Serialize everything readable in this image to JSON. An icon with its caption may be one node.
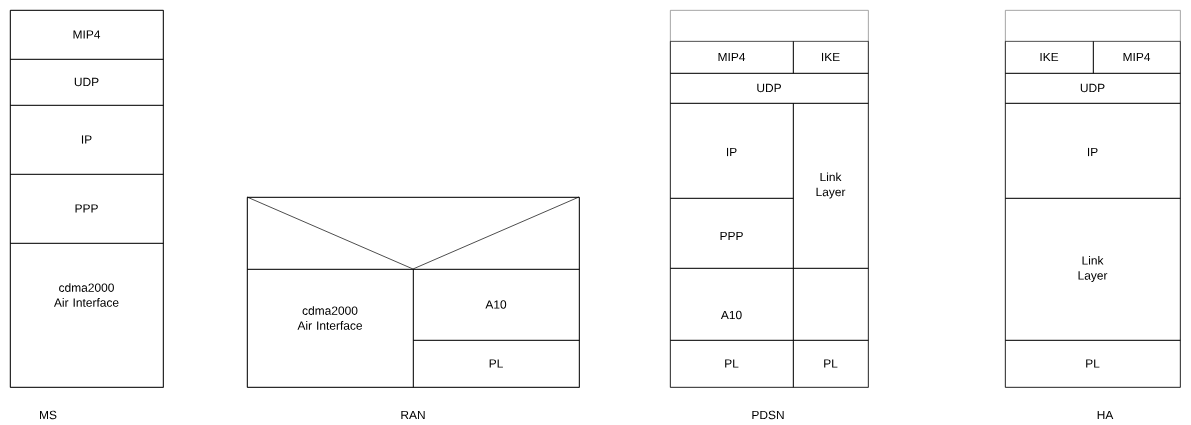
{
  "diagram": {
    "nodes": [
      {
        "text": [],
        "shape": "box",
        "beside": [
          "MS"
        ]
      },
      {
        "text": [
          "MIP4"
        ],
        "in": 0
      },
      {
        "text": [
          "UDP"
        ],
        "in": 0
      },
      {
        "text": [
          "IP"
        ],
        "in": 0
      },
      {
        "text": [
          "PPP"
        ],
        "in": 0
      },
      {
        "text": [
          "cdma2000 Air Interface"
        ],
        "in": 0
      },
      {
        "text": [],
        "shape": "box",
        "beside": [
          "RAN"
        ]
      },
      {
        "text": [],
        "shape": "box",
        "in": 6
      },
      {
        "text": [
          "cdma2000 Air Interface"
        ],
        "in": 6
      },
      {
        "text": [
          "A10"
        ],
        "in": 6
      },
      {
        "text": [
          "PL"
        ],
        "in": 6
      },
      {
        "text": [],
        "shape": "box",
        "beside": [
          "PDSN"
        ]
      },
      {
        "text": [
          "MIP4"
        ],
        "in": 11
      },
      {
        "text": [
          "IKE"
        ],
        "in": 11
      },
      {
        "text": [
          "UDP"
        ],
        "in": 11
      },
      {
        "text": [
          "IP"
        ],
        "in": 11
      },
      {
        "text": [
          "Link Layer"
        ],
        "in": 11
      },
      {
        "text": [
          "PPP"
        ],
        "in": 11
      },
      {
        "text": [
          "A10"
        ],
        "in": 11
      },
      {
        "text": [],
        "shape": "box",
        "in": 11
      },
      {
        "text": [
          "PL"
        ],
        "in": 11
      },
      {
        "text": [
          "PL"
        ],
        "in": 11
      },
      {
        "text": [],
        "shape": "box",
        "beside": [
          "HA"
        ]
      },
      {
        "text": [
          "IKE"
        ],
        "in": 22
      },
      {
        "text": [
          "MIP4"
        ],
        "in": 22
      },
      {
        "text": [
          "UDP"
        ],
        "in": 22
      },
      {
        "text": [
          "IP"
        ],
        "in": 22
      },
      {
        "text": [
          "Link Layer"
        ],
        "in": 22
      },
      {
        "text": [
          "PL"
        ],
        "in": 22
      }
    ]
  }
}
